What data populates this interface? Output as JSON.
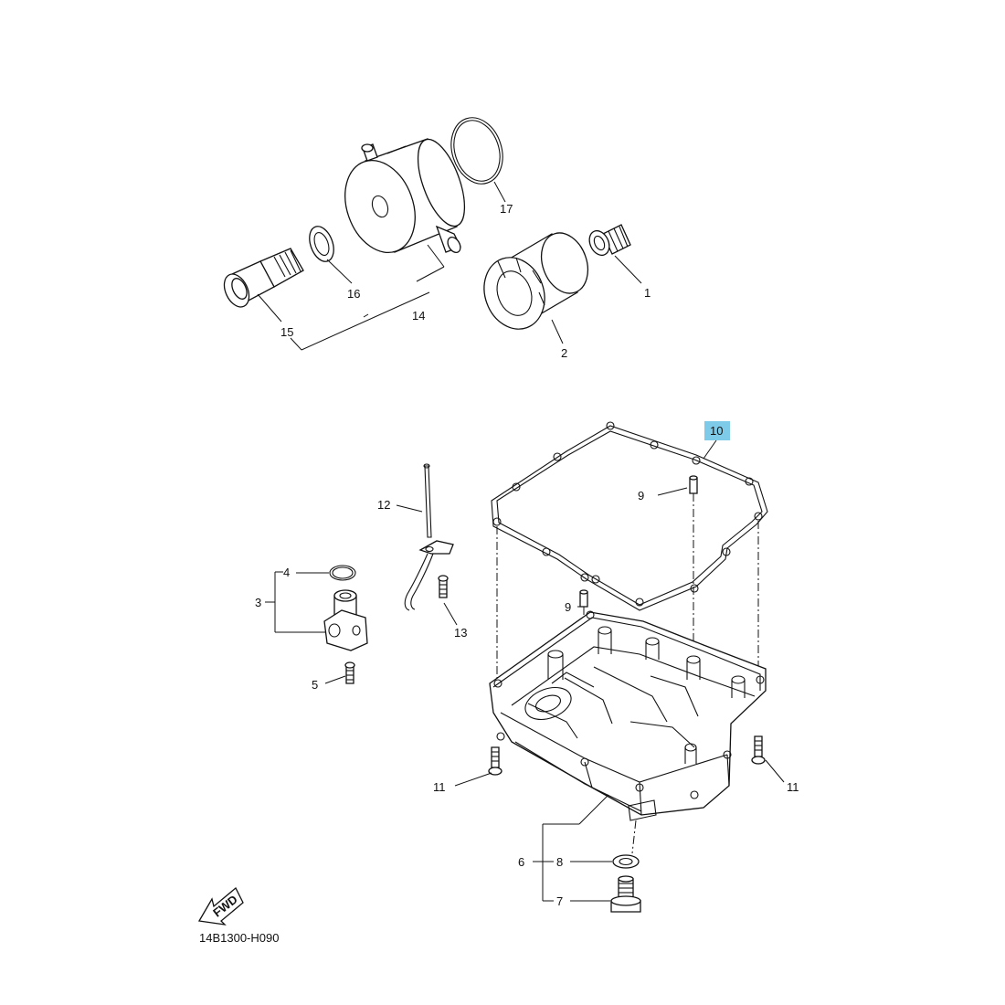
{
  "highlight_color": "#7ecbe9",
  "callouts": {
    "c1": "1",
    "c2": "2",
    "c3": "3",
    "c4": "4",
    "c5": "5",
    "c6": "6",
    "c7": "7",
    "c8": "8",
    "c9a": "9",
    "c9b": "9",
    "c10": "10",
    "c11a": "11",
    "c11b": "11",
    "c12": "12",
    "c13": "13",
    "c14": "14",
    "c15": "15",
    "c16": "16",
    "c17": "17"
  },
  "fwd_label": "FWD",
  "drawing_code": "14B1300-H090"
}
